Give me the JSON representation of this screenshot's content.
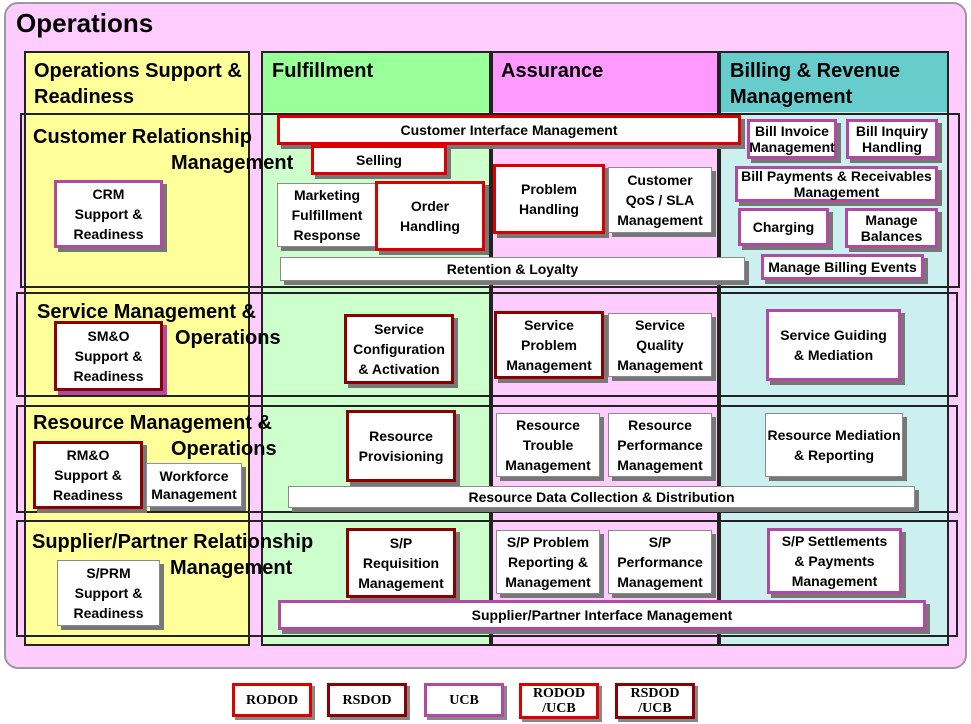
{
  "title": "Operations",
  "colors": {
    "background": "#ffccff",
    "osr": "#ffff99",
    "fulfillment": "#ccffcc",
    "assurance": "#ff99ff",
    "billing": "#66cccc",
    "rodod": "#dd0000",
    "rsdod": "#8b0000",
    "ucb": "#b24aa4"
  },
  "columns": {
    "osr": "Operations Support & Readiness",
    "fulfillment": "Fulfillment",
    "assurance": "Assurance",
    "billing": "Billing & Revenue Management"
  },
  "layers": {
    "crm": [
      "Customer Relationship",
      "Management"
    ],
    "smo": [
      "Service Management &",
      "Operations"
    ],
    "rmo": [
      "Resource Management &",
      "Operations"
    ],
    "sprm": [
      "Supplier/Partner Relationship",
      "Management"
    ]
  },
  "boxes": {
    "cim": [
      "Customer Interface Management"
    ],
    "selling": [
      "Selling"
    ],
    "crm_support": [
      "CRM",
      "Support &",
      "Readiness"
    ],
    "marketing": [
      "Marketing",
      "Fulfillment",
      "Response"
    ],
    "order": [
      "Order",
      "Handling"
    ],
    "problem": [
      "Problem",
      "Handling"
    ],
    "qos": [
      "Customer",
      "QoS / SLA",
      "Management"
    ],
    "bill_invoice": [
      "Bill Invoice",
      "Management"
    ],
    "bill_inquiry": [
      "Bill Inquiry",
      "Handling"
    ],
    "bill_payments": [
      "Bill Payments & Receivables",
      "Management"
    ],
    "charging": [
      "Charging"
    ],
    "manage_balances": [
      "Manage",
      "Balances"
    ],
    "retention": [
      "Retention & Loyalty"
    ],
    "billing_events": [
      "Manage Billing Events"
    ],
    "smo_support": [
      "SM&O",
      "Support &",
      "Readiness"
    ],
    "svc_config": [
      "Service",
      "Configuration",
      "& Activation"
    ],
    "svc_problem": [
      "Service",
      "Problem",
      "Management"
    ],
    "svc_quality": [
      "Service",
      "Quality",
      "Management"
    ],
    "svc_guiding": [
      "Service Guiding",
      "& Mediation"
    ],
    "rmo_support": [
      "RM&O",
      "Support &",
      "Readiness"
    ],
    "workforce": [
      "Workforce",
      "Management"
    ],
    "res_prov": [
      "Resource",
      "Provisioning"
    ],
    "res_trouble": [
      "Resource",
      "Trouble",
      "Management"
    ],
    "res_perf": [
      "Resource",
      "Performance",
      "Management"
    ],
    "res_med": [
      "Resource Mediation",
      "& Reporting"
    ],
    "res_data": [
      "Resource Data Collection & Distribution"
    ],
    "sprm_support": [
      "S/PRM",
      "Support &",
      "Readiness"
    ],
    "sp_req": [
      "S/P",
      "Requisition",
      "Management"
    ],
    "sp_problem": [
      "S/P Problem",
      "Reporting &",
      "Management"
    ],
    "sp_perf": [
      "S/P",
      "Performance",
      "Management"
    ],
    "sp_settle": [
      "S/P Settlements",
      "& Payments",
      "Management"
    ],
    "sp_interface": [
      "Supplier/Partner Interface Management"
    ]
  },
  "legend": {
    "rodod": [
      "RODOD"
    ],
    "rsdod": [
      "RSDOD"
    ],
    "ucb": [
      "UCB"
    ],
    "rodod_ucb": [
      "RODOD",
      "/UCB"
    ],
    "rsdod_ucb": [
      "RSDOD",
      "/UCB"
    ]
  }
}
